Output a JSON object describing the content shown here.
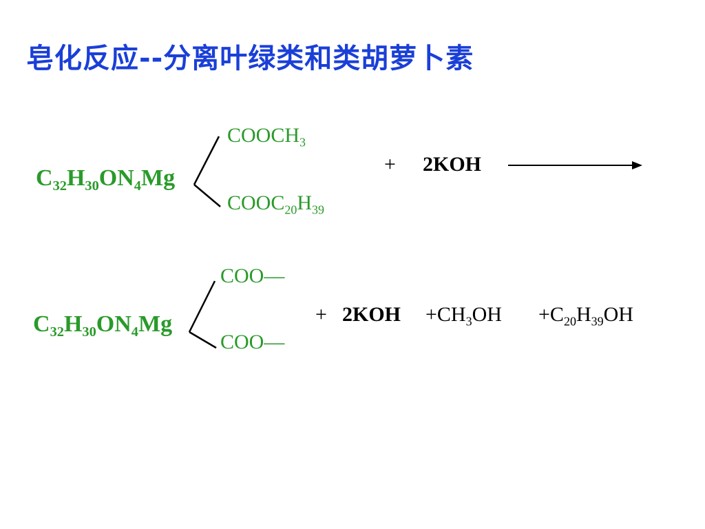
{
  "slide": {
    "title": "皂化反应--分离叶绿类和类胡萝卜素"
  },
  "reaction1": {
    "chlorophyll": {
      "c": "C",
      "c_sub": "32",
      "h": "H",
      "h_sub": "30",
      "on": "ON",
      "n_sub": "4",
      "mg": "Mg"
    },
    "group_top": {
      "text": "COOCH",
      "sub": "3"
    },
    "group_bottom": {
      "pre": "COOC",
      "c_sub": "20",
      "h": "H",
      "h_sub": "39"
    },
    "plus": "+",
    "reagent": "2KOH",
    "arrow_color": "#000000"
  },
  "reaction2": {
    "chlorophyll": {
      "c": "C",
      "c_sub": "32",
      "h": "H",
      "h_sub": "30",
      "on": "ON",
      "n_sub": "4",
      "mg": "Mg"
    },
    "group_top": "COO—",
    "group_bottom": "COO—",
    "plus": "+",
    "reagent": "2KOH",
    "methanol": {
      "pre": "+CH",
      "sub": "3",
      "post": "OH"
    },
    "phytol": {
      "pre": "+C",
      "c_sub": "20",
      "h": "H",
      "h_sub": "39",
      "post": "OH"
    }
  },
  "colors": {
    "title": "#1a3fd8",
    "chlorophyll": "#2a9a2a",
    "reagent": "#000000"
  }
}
